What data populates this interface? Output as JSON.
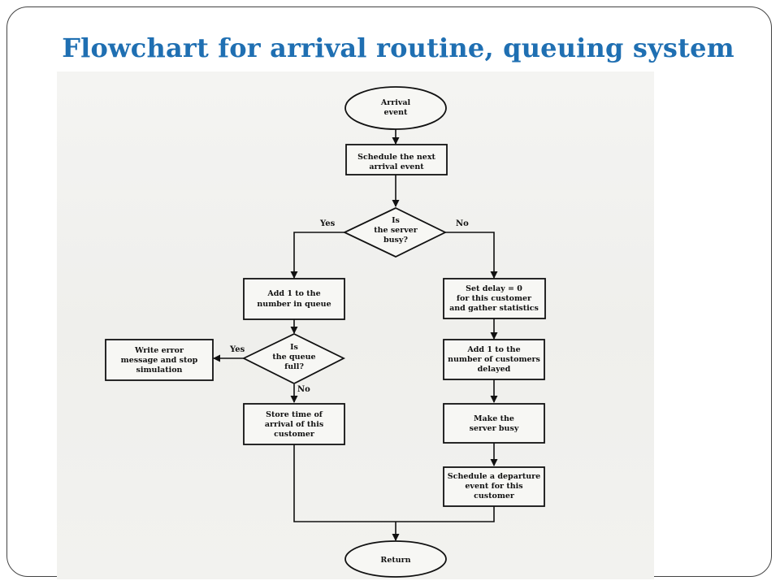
{
  "slide": {
    "title": "Flowchart for arrival routine, queuing system"
  },
  "flowchart": {
    "start": {
      "line1": "Arrival",
      "line2": "event"
    },
    "schedule_next": {
      "line1": "Schedule the next",
      "line2": "arrival event"
    },
    "server_busy": {
      "line1": "Is",
      "line2": "the server",
      "line3": "busy?"
    },
    "add_queue": {
      "line1": "Add 1 to the",
      "line2": "number in queue"
    },
    "set_delay": {
      "line1": "Set delay = 0",
      "line2": "for this customer",
      "line3": "and gather statistics"
    },
    "queue_full": {
      "line1": "Is",
      "line2": "the queue",
      "line3": "full?"
    },
    "write_error": {
      "line1": "Write error",
      "line2": "message and stop",
      "line3": "simulation"
    },
    "add_delayed": {
      "line1": "Add 1 to the",
      "line2": "number of customers",
      "line3": "delayed"
    },
    "store_time": {
      "line1": "Store time of",
      "line2": "arrival of this",
      "line3": "customer"
    },
    "make_busy": {
      "line1": "Make the",
      "line2": "server busy"
    },
    "schedule_departure": {
      "line1": "Schedule a departure",
      "line2": "event for this",
      "line3": "customer"
    },
    "end": {
      "label": "Return"
    },
    "labels": {
      "yes_server": "Yes",
      "no_server": "No",
      "yes_queue": "Yes",
      "no_queue": "No"
    }
  }
}
